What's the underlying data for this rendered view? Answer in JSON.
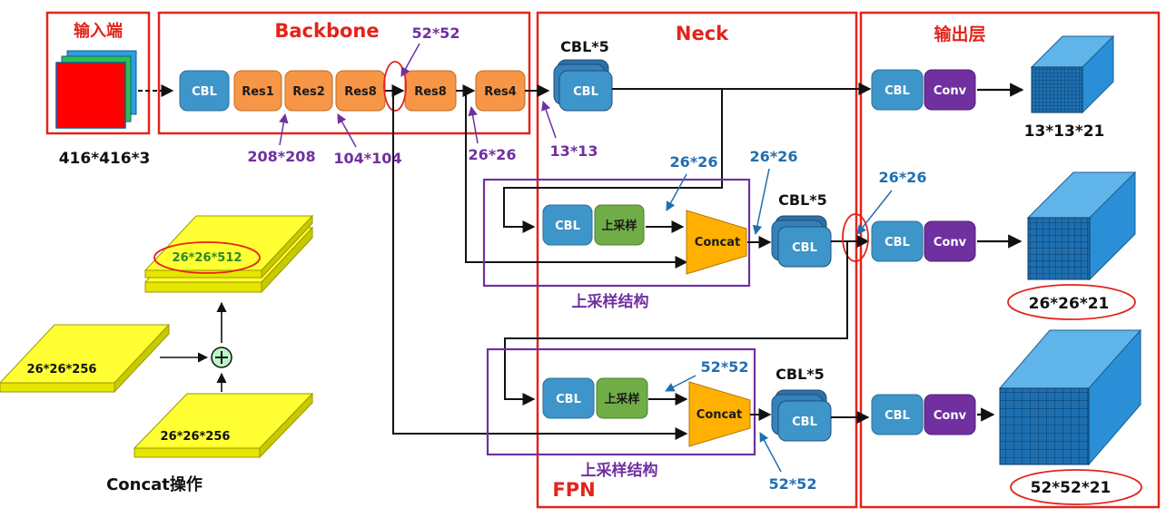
{
  "sections": {
    "input": "输入端",
    "backbone": "Backbone",
    "neck": "Neck",
    "output": "输出层",
    "fpn": "FPN"
  },
  "input_size": "416*416*3",
  "blocks": {
    "cbl": "CBL",
    "res1": "Res1",
    "res2": "Res2",
    "res8": "Res8",
    "res4": "Res4",
    "conv": "Conv",
    "upsample": "上采样",
    "concat": "Concat",
    "cbl5": "CBL*5"
  },
  "dims": {
    "d208": "208*208",
    "d104": "104*104",
    "d52_top": "52*52",
    "d26_backbone": "26*26",
    "d13": "13*13",
    "d26_up": "26*26",
    "d26_concat": "26*26",
    "d26_out": "26*26",
    "d52_up": "52*52",
    "d52_concat": "52*52"
  },
  "outputs": {
    "o13": "13*13*21",
    "o26": "26*26*21",
    "o52": "52*52*21"
  },
  "upsample_struct": "上采样结构",
  "concat_demo": {
    "result": "26*26*512",
    "input_a": "26*26*256",
    "input_b": "26*26*256",
    "caption": "Concat操作"
  },
  "colors": {
    "red": "#e3241b",
    "purple": "#7030a0",
    "blue_text": "#1f6fb2",
    "cbl_fill": "#3e95c9",
    "res_fill": "#f79646",
    "conv_fill": "#7030a0",
    "up_fill": "#70ad47",
    "concat_fill": "#ffb000",
    "cube": "#2a8fd6",
    "yellow": "#ffff33"
  }
}
